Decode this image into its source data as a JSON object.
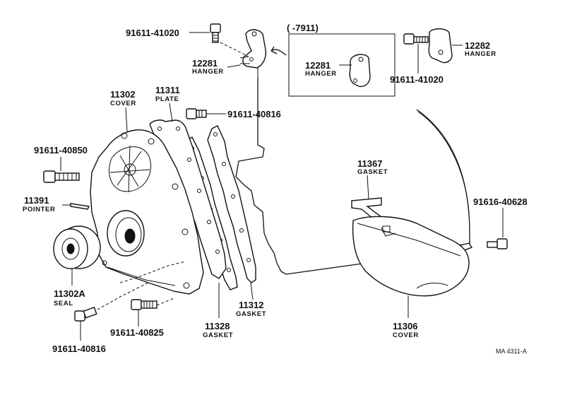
{
  "labels": {
    "bolt_91611_41020_top": "91611-41020",
    "hanger_12281_no": "12281",
    "hanger_12281_name": "HANGER",
    "inset_range": "(      -7911)",
    "inset_12281_no": "12281",
    "inset_12281_name": "HANGER",
    "bolt_91611_41020_right": "91611-41020",
    "hanger_12282_no": "12282",
    "hanger_12282_name": "HANGER",
    "cover_11302_no": "11302",
    "cover_11302_name": "COVER",
    "plate_11311_no": "11311",
    "plate_11311_name": "PLATE",
    "bolt_91611_40816_top": "91611-40816",
    "bolt_91611_40850": "91611-40850",
    "pointer_11391_no": "11391",
    "pointer_11391_name": "POINTER",
    "gasket_11367_no": "11367",
    "gasket_11367_name": "GASKET",
    "bolt_91616_40628": "91616-40628",
    "seal_11302A_no": "11302A",
    "seal_11302A_name": "SEAL",
    "gasket_11312_no": "11312",
    "gasket_11312_name": "GASKET",
    "gasket_11328_no": "11328",
    "gasket_11328_name": "GASKET",
    "bolt_91611_40825": "91611-40825",
    "bolt_91611_40816_bottom": "91611-40816",
    "cover_11306_no": "11306",
    "cover_11306_name": "COVER",
    "drawing_code": "MA 4311-A"
  }
}
